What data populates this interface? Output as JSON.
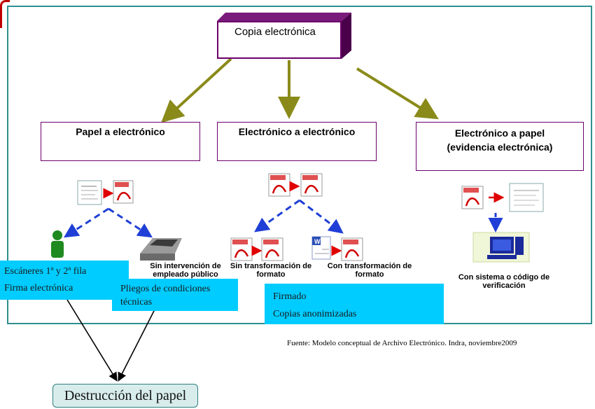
{
  "title": "Copia electrónica",
  "categories": [
    {
      "line1": "Papel a electrónico",
      "line2": ""
    },
    {
      "line1": "Electrónico a electrónico",
      "line2": ""
    },
    {
      "line1": "Electrónico a papel",
      "line2": "(evidencia electrónica)"
    }
  ],
  "icon_labels": {
    "sin_intervencion": [
      "Sin intervención de",
      "empleado público"
    ],
    "sin_transformacion": [
      "Sin transformación de",
      "formato"
    ],
    "con_transformacion": [
      "Con transformación de",
      "formato"
    ],
    "con_sistema": [
      "Con sistema o código de",
      "verificación"
    ]
  },
  "notes": {
    "escaneres": "Escáneres 1ª y 2ª fila",
    "firma": "Firma electrónica",
    "pliegos": [
      "Pliegos de condiciones",
      "técnicas"
    ],
    "firmado": "Firmado",
    "copias": "Copias anonimizadas"
  },
  "source": "Fuente: Modelo conceptual de Archivo Electrónico. Indra, noviembre2009",
  "result": "Destrucción del papel",
  "colors": {
    "frame": "#2f8f8f",
    "cube": "#6b006b",
    "arrow_olive": "#8a8a1a",
    "dashed_blue": "#1f3fd6",
    "note_fill": "#00ccff",
    "red_arrow": "#e00000"
  }
}
